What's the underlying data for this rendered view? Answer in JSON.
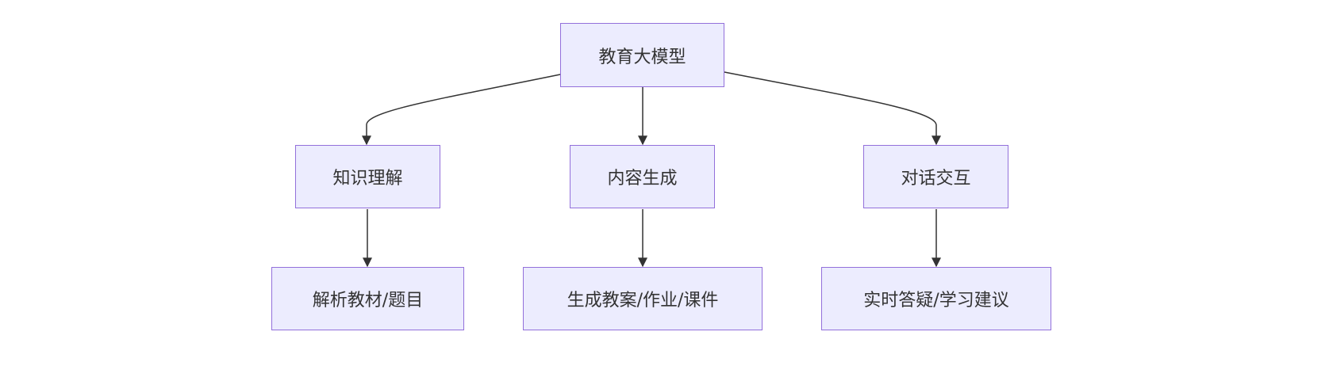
{
  "diagram": {
    "root": {
      "label": "教育大模型"
    },
    "branches": [
      {
        "label": "知识理解",
        "leaf": "解析教材/题目"
      },
      {
        "label": "内容生成",
        "leaf": "生成教案/作业/课件"
      },
      {
        "label": "对话交互",
        "leaf": "实时答疑/学习建议"
      }
    ],
    "colors": {
      "node_fill": "#ececfe",
      "node_border": "#9370db",
      "edge": "#333333",
      "text": "#333333"
    }
  }
}
